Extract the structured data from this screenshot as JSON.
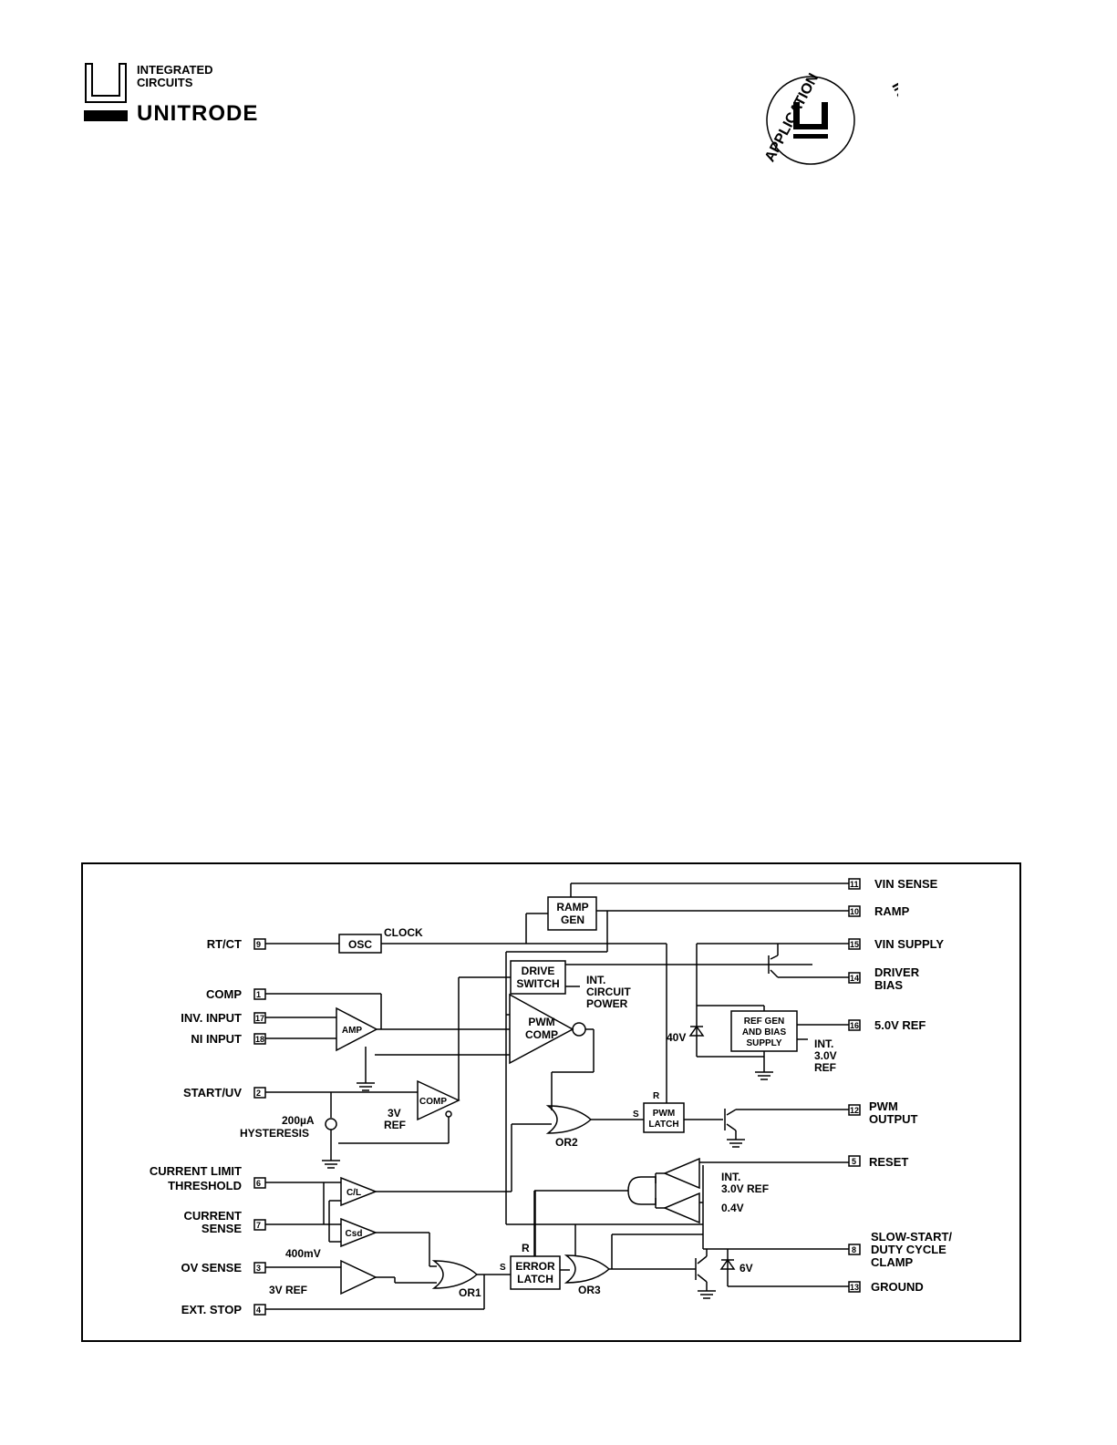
{
  "header": {
    "logo": {
      "line1": "INTEGRATED",
      "line2": "CIRCUITS",
      "brand": "UNITRODE"
    },
    "badge": {
      "left_text": "APPLICATION",
      "right_text": "INFORMATION",
      "letter": "U"
    }
  },
  "diagram": {
    "left_pins": [
      {
        "label": "RT/CT",
        "num": "9"
      },
      {
        "label": "COMP",
        "num": "1"
      },
      {
        "label": "INV. INPUT",
        "num": "17"
      },
      {
        "label": "NI INPUT",
        "num": "18"
      },
      {
        "label": "START/UV",
        "num": "2"
      },
      {
        "label": "CURRENT LIMIT",
        "label2": "THRESHOLD",
        "num": "6"
      },
      {
        "label": "CURRENT",
        "label2": "SENSE",
        "num": "7"
      },
      {
        "label": "OV SENSE",
        "num": "3"
      },
      {
        "label": "EXT. STOP",
        "num": "4"
      }
    ],
    "right_pins": [
      {
        "label": "VIN SENSE",
        "num": "11"
      },
      {
        "label": "RAMP",
        "num": "10"
      },
      {
        "label": "VIN SUPPLY",
        "num": "15"
      },
      {
        "label": "DRIVER",
        "label2": "BIAS",
        "num": "14"
      },
      {
        "label": "5.0V REF",
        "num": "16"
      },
      {
        "label": "PWM",
        "label2": "OUTPUT",
        "num": "12"
      },
      {
        "label": "RESET",
        "num": "5"
      },
      {
        "label": "SLOW-START/",
        "label2": "DUTY CYCLE",
        "label3": "CLAMP",
        "num": "8"
      },
      {
        "label": "GROUND",
        "num": "13"
      }
    ],
    "blocks": {
      "osc": "OSC",
      "ramp_gen_1": "RAMP",
      "ramp_gen_2": "GEN",
      "drive_switch_1": "DRIVE",
      "drive_switch_2": "SWITCH",
      "pwm_comp_1": "PWM",
      "pwm_comp_2": "COMP",
      "amp": "AMP",
      "comp": "COMP",
      "cl": "C/L",
      "csd": "Csd",
      "pwm_latch_1": "PWM",
      "pwm_latch_2": "LATCH",
      "error_latch_1": "ERROR",
      "error_latch_2": "LATCH",
      "ref_gen_1": "REF GEN",
      "ref_gen_2": "AND BIAS",
      "ref_gen_3": "SUPPLY"
    },
    "labels": {
      "clock": "CLOCK",
      "int_power_1": "INT.",
      "int_power_2": "CIRCUIT",
      "int_power_3": "POWER",
      "ref_3v_1": "3V",
      "ref_3v_2": "REF",
      "hyst_1": "200µA",
      "hyst_2": "HYSTERESIS",
      "mv400": "400mV",
      "ref_3v_b": "3V  REF",
      "or1": "OR1",
      "or2": "OR2",
      "or3": "OR3",
      "r_pwm": "R",
      "s_pwm": "S",
      "r_err": "R",
      "s_err": "S",
      "v40": "40V",
      "v6": "6V",
      "int30_1": "INT.",
      "int30_2": "3.0V",
      "int30_3": "REF",
      "int30_reset_1": "INT.",
      "int30_reset_2": "3.0V  REF",
      "v04": "0.4V"
    }
  }
}
